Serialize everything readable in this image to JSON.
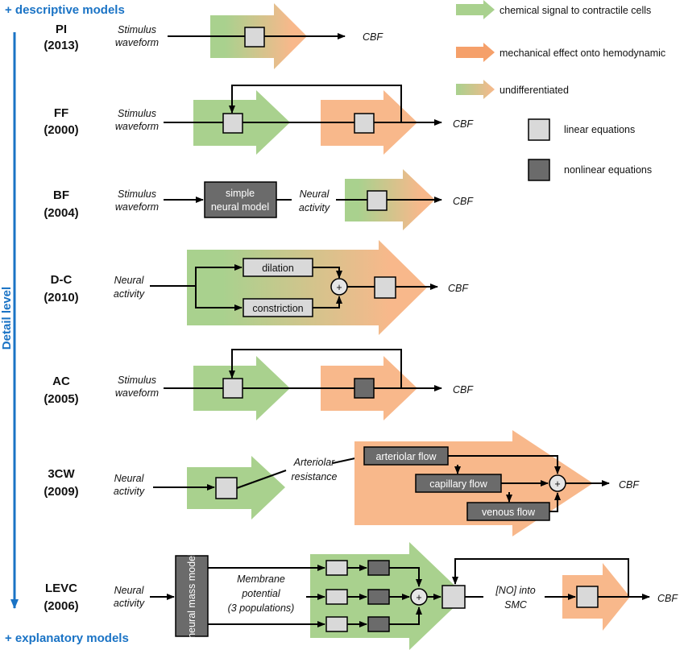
{
  "axis": {
    "top_label": "+ descriptive models",
    "side_label": "Detail level",
    "bottom_label": "+ explanatory models"
  },
  "legend": {
    "chemical": "chemical signal to contractile cells",
    "mechanical": "mechanical effect onto hemodynamic",
    "undifferentiated": "undifferentiated",
    "linear": "linear equations",
    "nonlinear": "nonlinear equations"
  },
  "colors": {
    "green": "#a9d18e",
    "orange": "#f8b88b",
    "linear_box": "#d9d9d9",
    "nonlinear_box": "#6b6b6b",
    "axis_blue": "#1a73c5"
  },
  "models": [
    {
      "name": "PI",
      "year": "(2013)",
      "input": [
        "Stimulus",
        "waveform"
      ],
      "output": "CBF"
    },
    {
      "name": "FF",
      "year": "(2000)",
      "input": [
        "Stimulus",
        "waveform"
      ],
      "output": "CBF"
    },
    {
      "name": "BF",
      "year": "(2004)",
      "input": [
        "Stimulus",
        "waveform"
      ],
      "output": "CBF",
      "neural_model": [
        "simple",
        "neural model"
      ],
      "mid_label": [
        "Neural",
        "activity"
      ]
    },
    {
      "name": "D-C",
      "year": "(2010)",
      "input": [
        "Neural",
        "activity"
      ],
      "output": "CBF",
      "dilation": "dilation",
      "constriction": "constriction"
    },
    {
      "name": "AC",
      "year": "(2005)",
      "input": [
        "Stimulus",
        "waveform"
      ],
      "output": "CBF"
    },
    {
      "name": "3CW",
      "year": "(2009)",
      "input": [
        "Neural",
        "activity"
      ],
      "output": "CBF",
      "mid_label": [
        "Arteriolar",
        "resistance"
      ],
      "arteriolar": "arteriolar flow",
      "capillary": "capillary flow",
      "venous": "venous flow"
    },
    {
      "name": "LEVC",
      "year": "(2006)",
      "input": [
        "Neural",
        "activity"
      ],
      "output": "CBF",
      "neural_mass": "neural mass model",
      "membrane": [
        "Membrane",
        "potential",
        "(3 populations)"
      ],
      "no_label": [
        "[NO] into",
        "SMC"
      ]
    }
  ],
  "sum_symbol": "+"
}
